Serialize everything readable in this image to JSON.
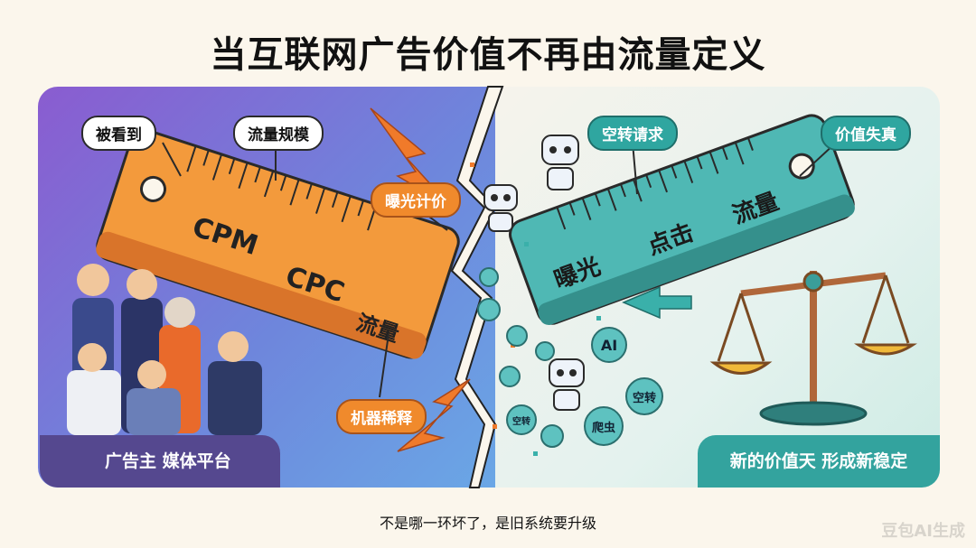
{
  "title": "当互联网广告价值不再由流量定义",
  "labels": {
    "seen": "被看到",
    "traffic_scale": "流量规模",
    "exposure_pricing": "曝光计价",
    "machine_dilution": "机器稀释",
    "idle_requests": "空转请求",
    "value_distortion": "价值失真"
  },
  "left_ruler": {
    "cpm": "CPM",
    "cpc": "CPC",
    "traffic": "流量"
  },
  "right_ruler": {
    "exposure": "曝光",
    "click": "点击",
    "traffic": "流量"
  },
  "chips": {
    "ai": "AI",
    "idle": "空转",
    "crawler": "爬虫",
    "idle2": "空转"
  },
  "bottom_left": "广告主 媒体平台",
  "bottom_right": "新的价值天 形成新稳定",
  "caption": "不是哪一环坏了，是旧系统要升级",
  "watermark": "豆包AI生成",
  "colors": {
    "accent_orange": "#f08a2c",
    "accent_teal": "#2fa6a0",
    "left_bg": "#7a6fd6",
    "right_bg": "#dff0ea"
  }
}
